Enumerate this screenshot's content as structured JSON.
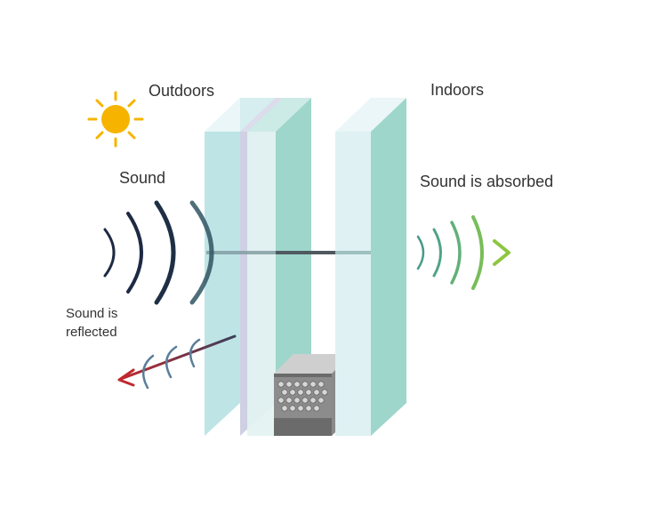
{
  "labels": {
    "outdoors": "Outdoors",
    "indoors": "Indoors",
    "sound": "Sound",
    "absorbed": "Sound is absorbed",
    "reflected_line1": "Sound is",
    "reflected_line2": "reflected"
  },
  "colors": {
    "glass_front": "#dff1f3",
    "glass_side": "#bfe4e6",
    "glass_top": "#eaf6f7",
    "interlayer": "#cfd0e4",
    "teal_glass": "#9ed6cb",
    "spacer_top": "#cfcfcf",
    "spacer_body": "#6b6b6b",
    "sun": "#f6b400",
    "sound_dark": "#1e2a44",
    "sound_green": "#8cc63f",
    "reflect_arrow": "#c0282d"
  },
  "icons": [
    "sun-icon",
    "sound-wave-icon",
    "reflected-arrow-icon",
    "absorbed-arrow-icon"
  ]
}
